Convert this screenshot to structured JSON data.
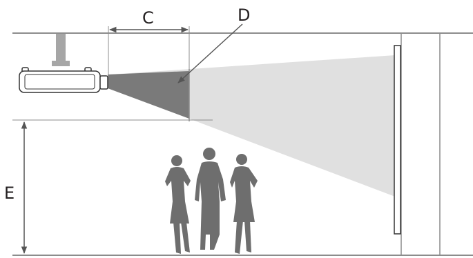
{
  "labels": {
    "c": "C",
    "d": "D",
    "e": "E"
  },
  "colors": {
    "line": "#8c8c8c",
    "dark_cone": "#7a7a7a",
    "light_beam": "#e0e0e0",
    "person": "#6e6e6e",
    "mount": "#a6a6a6",
    "text": "#231f20"
  },
  "icons": [
    "projector-icon",
    "person-icon",
    "screen-icon",
    "dimension-arrow-icon"
  ]
}
